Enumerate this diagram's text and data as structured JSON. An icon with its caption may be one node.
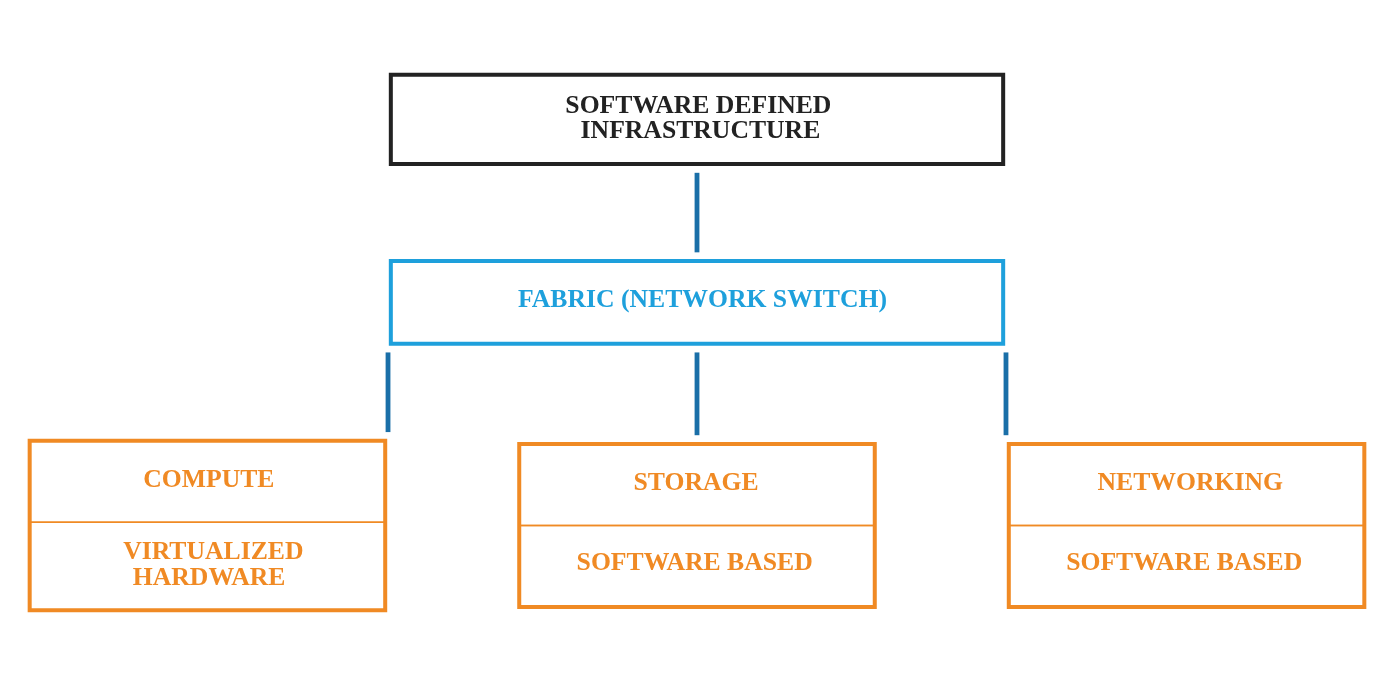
{
  "diagram": {
    "nodes": [
      {
        "text": [
          "SOFTWARE DEFINED INFRASTRUCTURE"
        ]
      },
      {
        "text": [
          "FABRIC (NETWORK SWITCH)"
        ]
      },
      {
        "text": [
          "COMPUTE",
          "VIRTUALIZED HARDWARE"
        ]
      },
      {
        "text": [
          "STORAGE",
          "SOFTWARE BASED"
        ]
      },
      {
        "text": [
          "NETWORKING",
          "SOFTWARE BASED"
        ]
      }
    ],
    "edges": [
      {
        "from": 0,
        "to": 1,
        "arrow": "none"
      },
      {
        "from": 1,
        "to": 2,
        "arrow": "none"
      },
      {
        "from": 1,
        "to": 3,
        "arrow": "none"
      },
      {
        "from": 1,
        "to": 4,
        "arrow": "none"
      }
    ]
  }
}
